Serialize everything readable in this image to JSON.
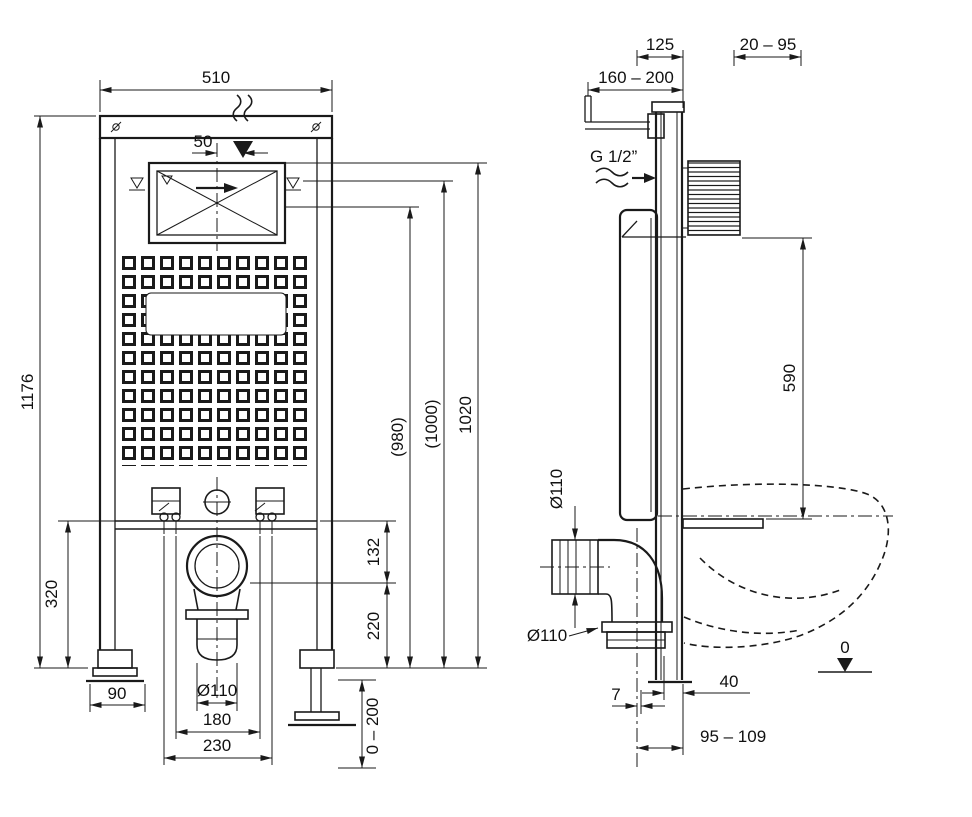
{
  "meta": {
    "ink": "#1a1a1a",
    "background": "#ffffff"
  },
  "front_view": {
    "width_top": "510",
    "flush_offset": "50",
    "height_total": "1176",
    "height_lower": "320",
    "height_132": "132",
    "height_220": "220",
    "height_980": "(980)",
    "height_1000": "(1000)",
    "height_1020": "1020",
    "foot_offset": "90",
    "outlet_diameter": "Ø110",
    "bolt_spacing_180": "180",
    "bolt_spacing_230": "230",
    "foot_adjust": "0 – 200"
  },
  "side_view": {
    "depth_adjust": "160 – 200",
    "depth_125": "125",
    "wall_range": "20 – 95",
    "water_connection": "G 1/2”",
    "height_590": "590",
    "socket_diameter": "Ø110",
    "elbow_diameter": "Ø110",
    "offset_7": "7",
    "offset_40": "40",
    "outlet_distance": "95 – 109",
    "floor_level": "0"
  }
}
